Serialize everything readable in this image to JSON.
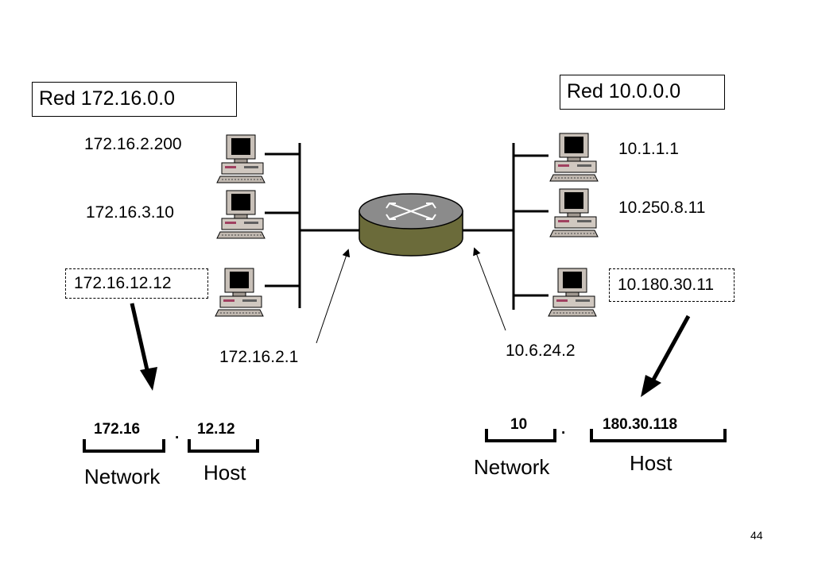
{
  "left_network": {
    "label": "Red 172.16.0.0",
    "hosts": [
      "172.16.2.200",
      "172.16.3.10",
      "172.16.12.12"
    ],
    "gateway": "172.16.2.1",
    "split": {
      "network": "172.16",
      "dot": ".",
      "host": "12.12",
      "network_label": "Network",
      "host_label": "Host"
    }
  },
  "right_network": {
    "label": "Red 10.0.0.0",
    "hosts": [
      "10.1.1.1",
      "10.250.8.11",
      "10.180.30.11"
    ],
    "gateway": "10.6.24.2",
    "split": {
      "network": "10",
      "dot": ".",
      "host": "180.30.118",
      "network_label": "Network",
      "host_label": "Host"
    }
  },
  "page_number": "44",
  "colors": {
    "router_body": "#6b6b3a",
    "router_top": "#8b8b8b",
    "monitor": "#c8c0b8",
    "screen": "#000000"
  },
  "icons": [
    "router-icon",
    "computer-icon"
  ]
}
